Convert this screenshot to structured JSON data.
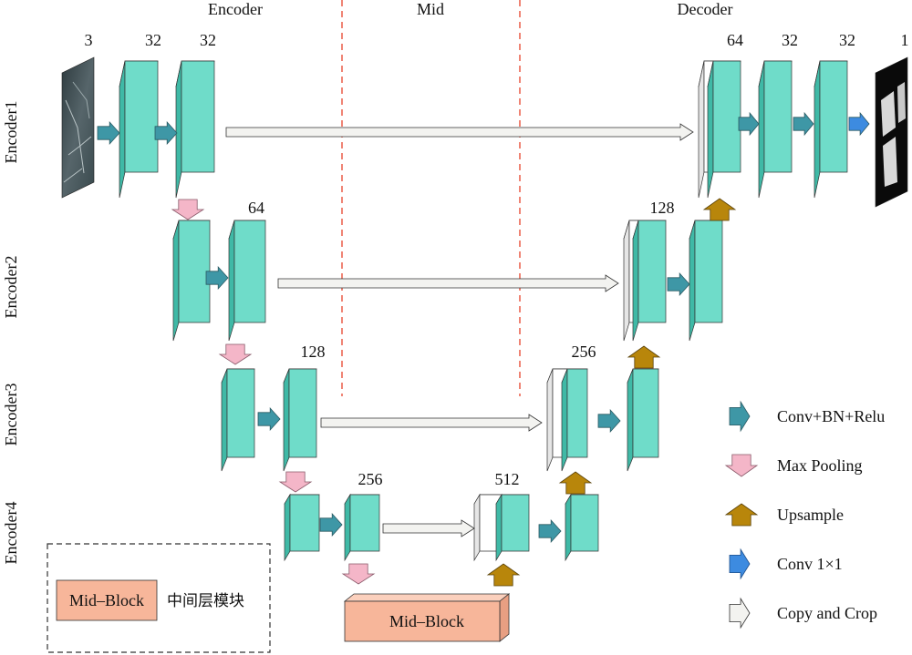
{
  "sections": {
    "encoder": "Encoder",
    "mid": "Mid",
    "decoder": "Decoder"
  },
  "rows": [
    "Encoder1",
    "Encoder2",
    "Encoder3",
    "Encoder4"
  ],
  "channels": {
    "in": "3",
    "e1a": "32",
    "e1b": "32",
    "e2": "64",
    "e3": "128",
    "e4": "256",
    "mid": "512",
    "d4": "256",
    "d3": "128",
    "d2": "64",
    "d1a": "32",
    "d1b": "32",
    "out": "1"
  },
  "mid_block_label": "Mid–Block",
  "box_legend": {
    "label": "Mid–Block",
    "caption": "中间层模块"
  },
  "legend": [
    {
      "label": "Conv+BN+Relu",
      "icon": "conv-bn-relu-arrow-icon"
    },
    {
      "label": "Max Pooling",
      "icon": "max-pooling-arrow-icon"
    },
    {
      "label": "Upsample",
      "icon": "upsample-arrow-icon"
    },
    {
      "label": "Conv 1×1",
      "icon": "conv1x1-arrow-icon"
    },
    {
      "label": "Copy and Crop",
      "icon": "copy-crop-arrow-icon"
    }
  ],
  "colors": {
    "feature_map": "#6FDCC9",
    "feature_side": "#3FB9A6",
    "conv_arrow": "#3E97A6",
    "pool_arrow": "#F4B6C8",
    "upsample_arrow": "#B8860B",
    "conv1x1_arrow": "#3D8BE0",
    "copy_arrow": "#F3F3F0",
    "mid_block": "#F7B69A",
    "divider": "#E8503A"
  }
}
